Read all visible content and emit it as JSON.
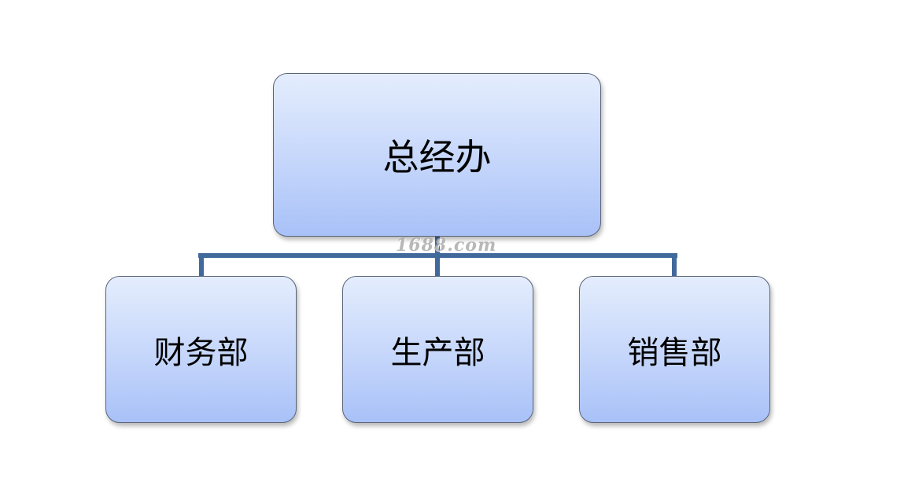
{
  "diagram": {
    "type": "org-chart",
    "root": {
      "label": "总经办"
    },
    "children": [
      {
        "label": "财务部"
      },
      {
        "label": "生产部"
      },
      {
        "label": "销售部"
      }
    ],
    "colors": {
      "node_fill_top": "#e4edfd",
      "node_fill_bottom": "#a8c1f7",
      "node_border": "#5a6478",
      "connector": "#41699c"
    }
  },
  "watermark": {
    "text": "1688.com"
  }
}
